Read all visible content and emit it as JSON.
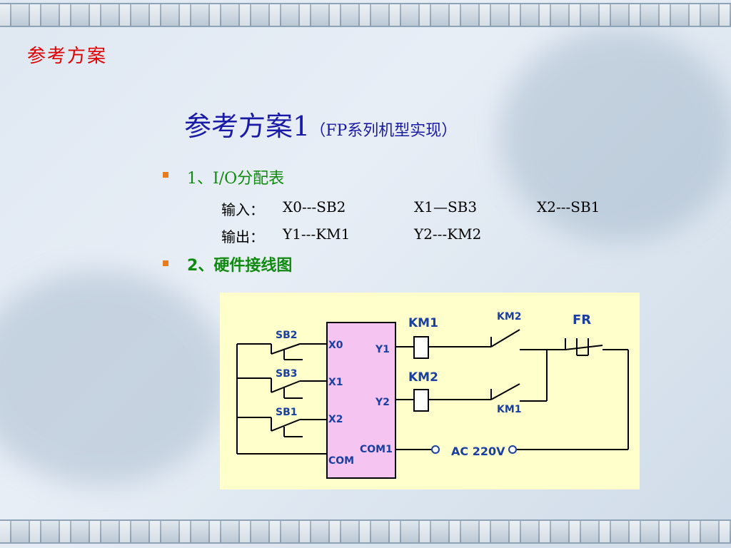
{
  "corner_title": "参考方案",
  "main_title": "参考方案1",
  "main_subtitle": "（FP系列机型实现）",
  "section1": {
    "heading": "1、I/O分配表",
    "input_label": "输入：",
    "inputs": [
      "X0---SB2",
      "X1—SB3",
      "X2---SB1"
    ],
    "output_label": "输出：",
    "outputs": [
      "Y1---KM1",
      "Y2---KM2"
    ]
  },
  "section2": {
    "num": "2",
    "heading": "、硬件接线图"
  },
  "diagram": {
    "switches": [
      "SB2",
      "SB3",
      "SB1"
    ],
    "plc_inputs": [
      "X0",
      "X1",
      "X2",
      "COM"
    ],
    "plc_outputs": [
      "Y1",
      "Y2",
      "COM1"
    ],
    "coils": [
      "KM1",
      "KM2"
    ],
    "contacts": [
      "KM2",
      "KM1"
    ],
    "overload": "FR",
    "supply": "AC 220V"
  }
}
